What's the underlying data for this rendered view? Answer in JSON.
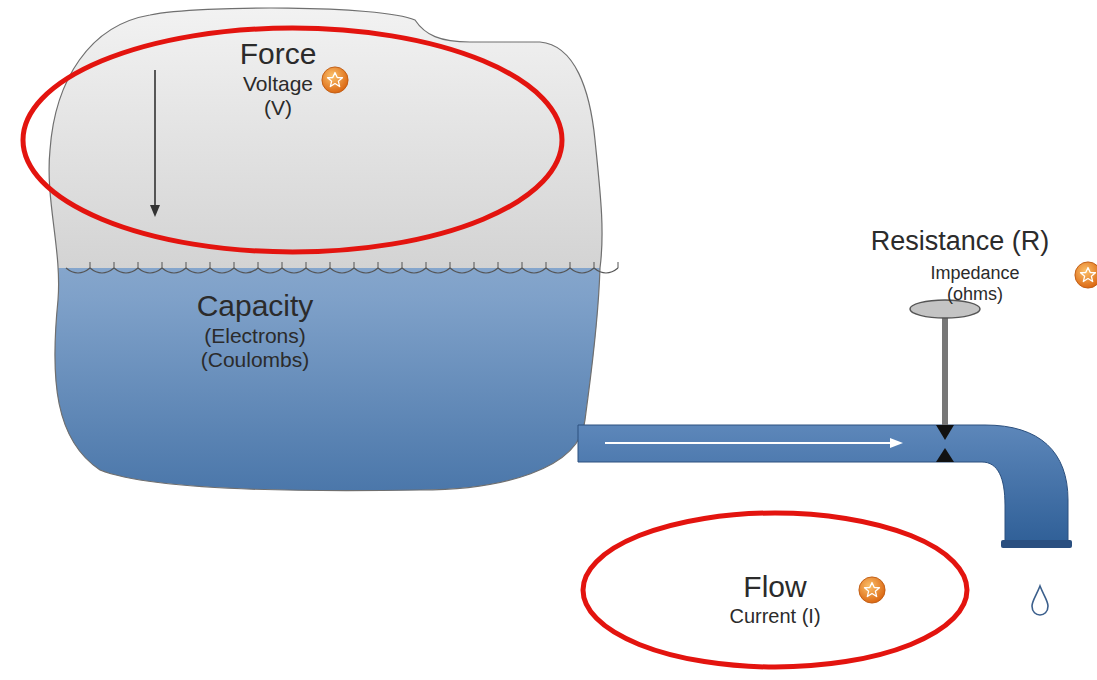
{
  "diagram": {
    "nodes": [
      {
        "text": [
          "Force",
          "Voltage (V)"
        ]
      },
      {
        "text": [
          "Capacity",
          "(Electrons) (Coulombs)"
        ]
      },
      {
        "text": [
          "Flow",
          "Current (I)"
        ]
      }
    ],
    "labels": [
      "Resistance (R)",
      "Impedance (ohms)"
    ]
  }
}
